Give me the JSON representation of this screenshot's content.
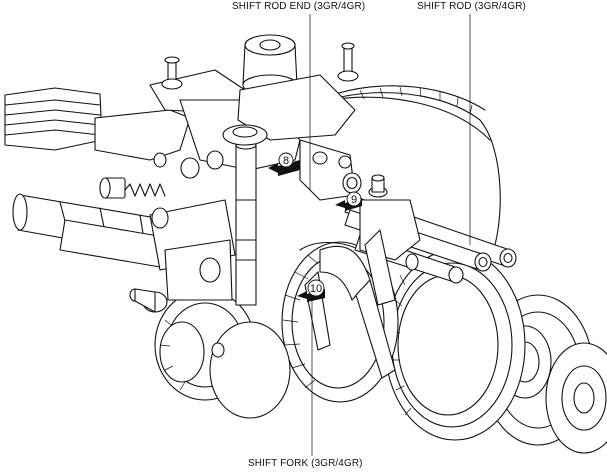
{
  "labels": {
    "shift_rod_end": "SHIFT ROD END (3GR/4GR)",
    "shift_rod": "SHIFT ROD (3GR/4GR)",
    "shift_fork": "SHIFT FORK (3GR/4GR)"
  },
  "steps": {
    "step_8": "8",
    "step_9": "9",
    "step_10": "10"
  }
}
